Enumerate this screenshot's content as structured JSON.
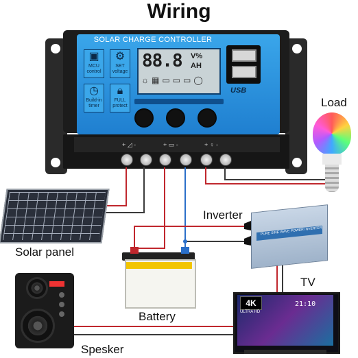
{
  "title": "Wiring",
  "controller": {
    "header": "SOLAR CHARGE CONTROLLER",
    "lcd_digits": "88.8",
    "lcd_units": [
      "V%",
      "AH"
    ],
    "icons": [
      {
        "name": "chip-icon",
        "label": "MCU control"
      },
      {
        "name": "gear-icon",
        "label": "SET voltage"
      },
      {
        "name": "clock-icon",
        "label": "Build-in timer"
      },
      {
        "name": "lock-icon",
        "label": "FULL protect"
      }
    ],
    "usb_label": "USB",
    "terminal_symbols": [
      "+ ◿ -",
      "+ ▭ -",
      "+ ♀ -"
    ],
    "colors": {
      "face": "#2b8fdc",
      "body": "#1c1c1c",
      "lcd": "#c9d3d6"
    }
  },
  "components": {
    "load": "Load",
    "solar_panel": "Solar panel",
    "inverter": "Inverter",
    "battery": "Battery",
    "tv": "TV",
    "speaker": "Spesker"
  },
  "inverter_text": "PURE SINE WAVE POWER INVERTER",
  "tv_screen": {
    "badge": "4K",
    "sub": "ULTRA HD",
    "time": "21:10"
  },
  "wire_colors": {
    "positive": "#c0272d",
    "negative": "#3a3a3a",
    "blue": "#2a6fc9"
  }
}
